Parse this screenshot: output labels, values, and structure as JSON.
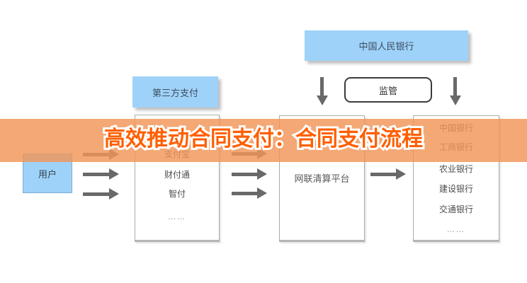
{
  "title": {
    "text": "高效推动合同支付：合同支付流程"
  },
  "nodes": {
    "pboc": {
      "label": "中国人民银行"
    },
    "supervision": {
      "label": "监管"
    },
    "user": {
      "label": "用户"
    },
    "third_party": {
      "header": "第三方支付",
      "items": [
        "支付宝",
        "财付通",
        "智付",
        "……"
      ]
    },
    "clearing": {
      "label": "网联清算平台"
    },
    "banks": {
      "items": [
        "中国银行",
        "工商银行",
        "农业银行",
        "建设银行",
        "交通银行",
        "……"
      ]
    }
  },
  "colors": {
    "node_blue": "#9fd2f8",
    "node_blue_text": "#3d4e63",
    "white_box_border": "#ababab",
    "arrow_gray": "#696969",
    "banner_band": "rgba(240,149,88,0.82)",
    "title_orange": "#ff5f00",
    "title_outline": "#ffffff"
  }
}
